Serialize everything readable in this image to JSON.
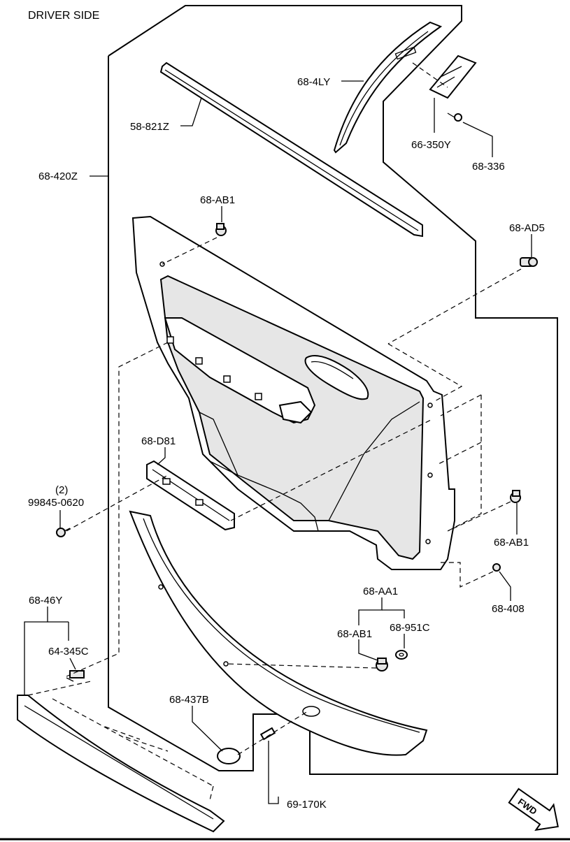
{
  "diagram": {
    "title": "DRIVER SIDE",
    "labels": {
      "l_68_420Z": "68-420Z",
      "l_58_821Z": "58-821Z",
      "l_68_4LY": "68-4LY",
      "l_66_350Y": "66-350Y",
      "l_68_336": "68-336",
      "l_68_AB1_top": "68-AB1",
      "l_68_AD5": "68-AD5",
      "l_68_D81": "68-D81",
      "l_qty_2": "(2)",
      "l_99845_0620": "99845-0620",
      "l_68_AB1_right": "68-AB1",
      "l_68_408": "68-408",
      "l_68_AA1": "68-AA1",
      "l_68_AB1_lower": "68-AB1",
      "l_68_951C": "68-951C",
      "l_68_46Y": "68-46Y",
      "l_64_345C": "64-345C",
      "l_68_437B": "68-437B",
      "l_69_170K": "69-170K",
      "fwd": "FWD"
    }
  }
}
